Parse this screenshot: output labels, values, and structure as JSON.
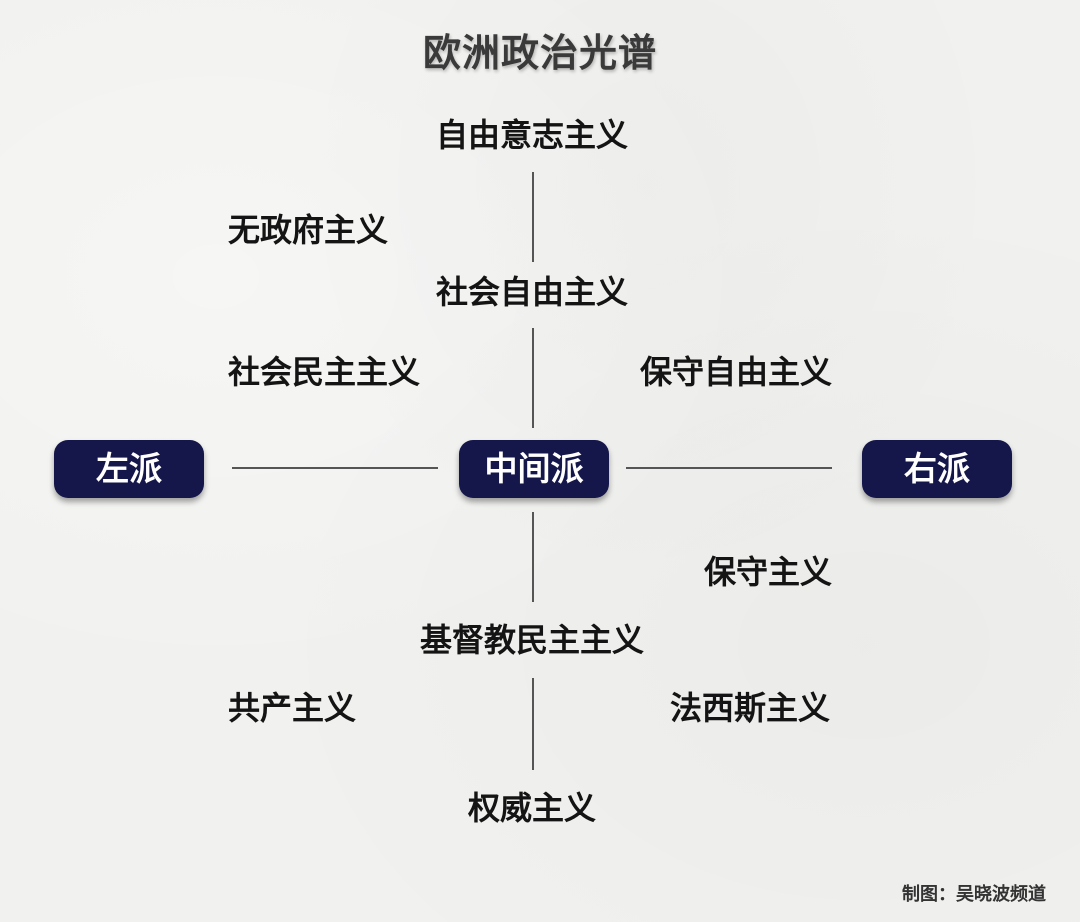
{
  "title": "欧洲政治光谱",
  "axis": {
    "left": "左派",
    "center": "中间派",
    "right": "右派",
    "top": "自由意志主义",
    "bottom": "权威主义"
  },
  "ideologies": {
    "anarchism": "无政府主义",
    "social_liberalism": "社会自由主义",
    "social_democracy": "社会民主主义",
    "conservative_liberalism": "保守自由主义",
    "conservatism": "保守主义",
    "christian_democracy": "基督教民主主义",
    "communism": "共产主义",
    "fascism": "法西斯主义"
  },
  "credit": "制图：吴晓波频道"
}
